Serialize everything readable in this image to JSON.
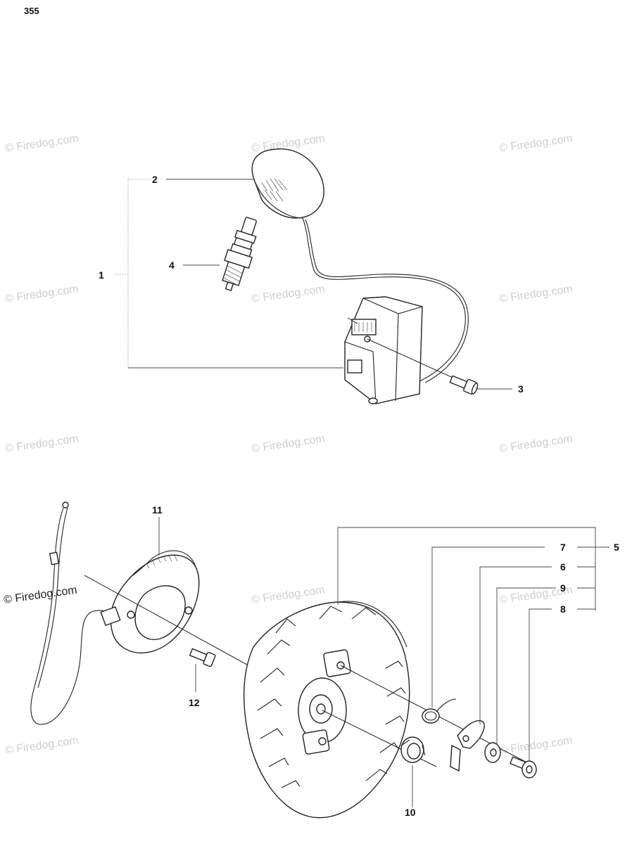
{
  "page_number": "355",
  "watermark_text": "© Firedog.com",
  "callouts": {
    "c1": "1",
    "c2": "2",
    "c3": "3",
    "c4": "4",
    "c5": "5",
    "c6": "6",
    "c7": "7",
    "c8": "8",
    "c9": "9",
    "c10": "10",
    "c11": "11",
    "c12": "12"
  },
  "colors": {
    "line": "#222222",
    "watermark": "#cfcfcf",
    "background": "#ffffff"
  }
}
